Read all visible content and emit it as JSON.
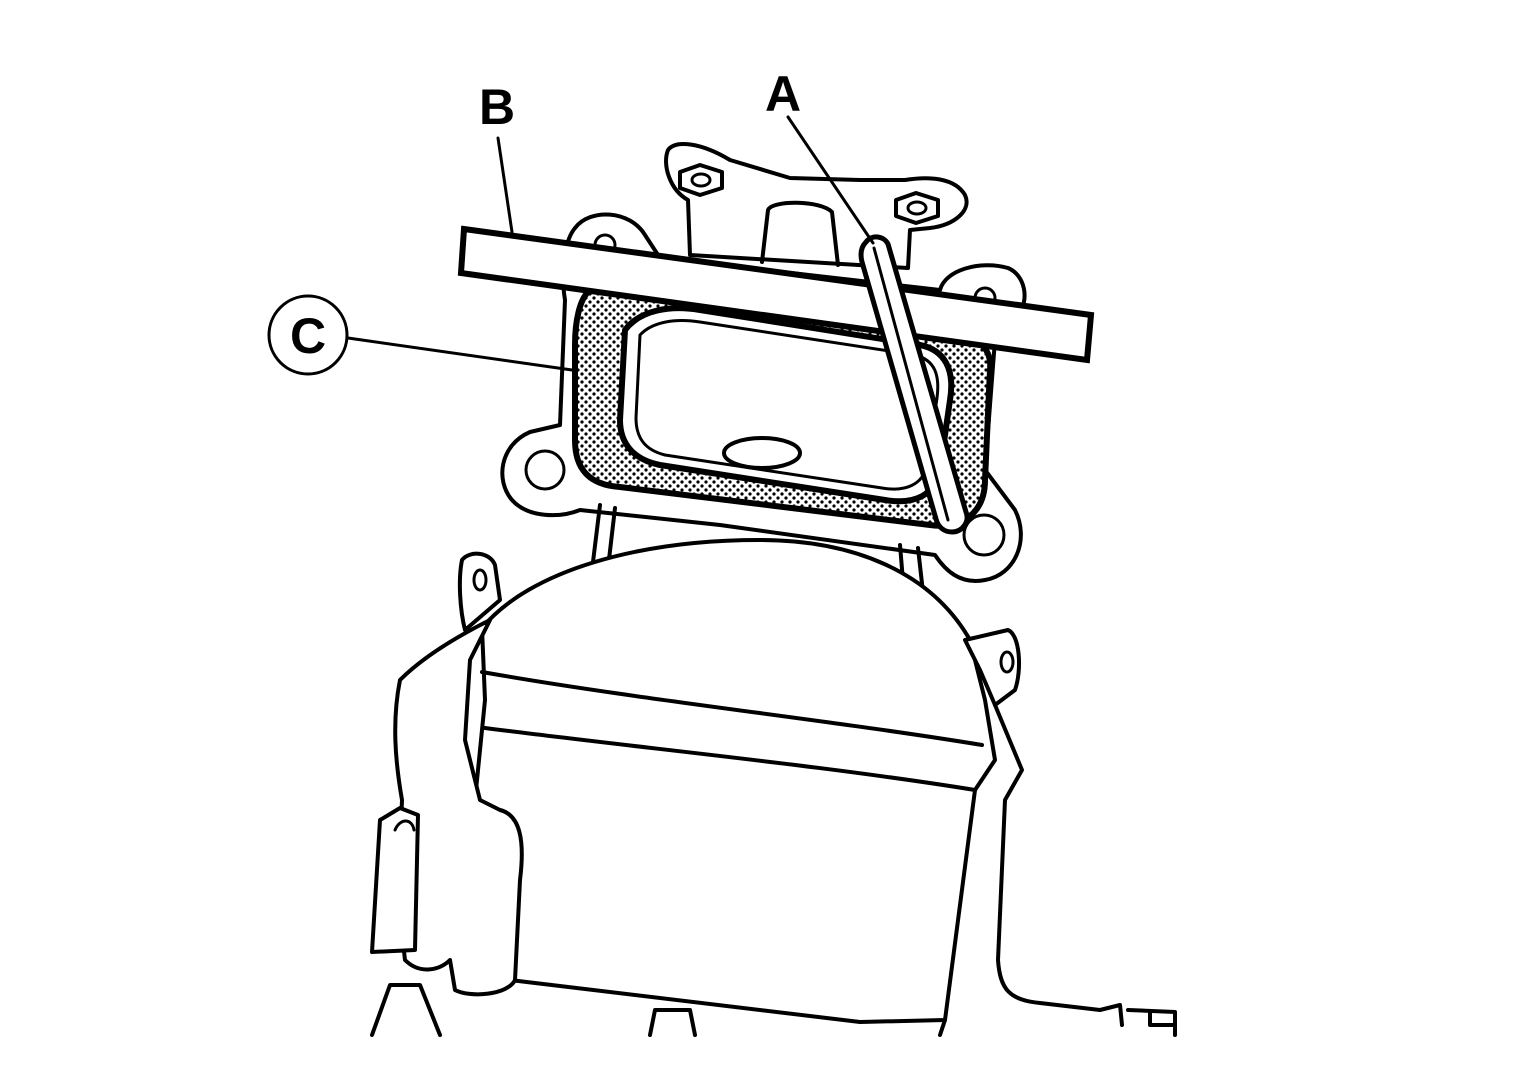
{
  "callouts": {
    "a": "A",
    "b": "B",
    "c": "C"
  },
  "colors": {
    "line": "#000000",
    "background": "#ffffff",
    "gasket_stipple": "#000000"
  }
}
